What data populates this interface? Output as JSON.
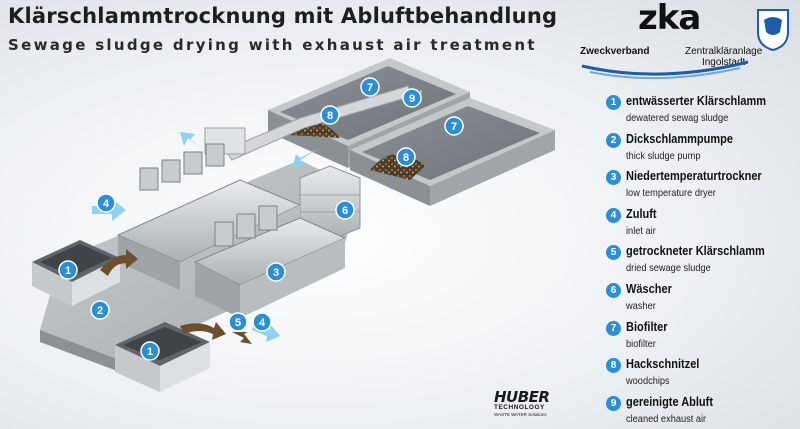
{
  "title": {
    "german": "Klärschlammtrocknung mit Abluftbehandlung",
    "english": "Sewage sludge drying with exhaust air treatment"
  },
  "logo": {
    "wordmark": "zka",
    "left_text": "Zweckverband",
    "right_text_line1": "Zentralkläranlage",
    "right_text_line2": "Ingolstadt",
    "crest_icon": "coat-of-arms-icon"
  },
  "legend": [
    {
      "num": "1",
      "de": "entwässerter Klärschlamm",
      "en": "dewatered sewag sludge"
    },
    {
      "num": "2",
      "de": "Dickschlammpumpe",
      "en": "thick sludge pump"
    },
    {
      "num": "3",
      "de": "Niedertemperaturtrockner",
      "en": "low temperature dryer"
    },
    {
      "num": "4",
      "de": "Zuluft",
      "en": "inlet air"
    },
    {
      "num": "5",
      "de": "getrockneter Klärschlamm",
      "en": "dried sewage sludge"
    },
    {
      "num": "6",
      "de": "Wäscher",
      "en": "washer"
    },
    {
      "num": "7",
      "de": "Biofilter",
      "en": "biofilter"
    },
    {
      "num": "8",
      "de": "Hackschnitzel",
      "en": "woodchips"
    },
    {
      "num": "9",
      "de": "gereinigte Abluft",
      "en": "cleaned exhaust air"
    }
  ],
  "markers": [
    "1",
    "1",
    "2",
    "3",
    "4",
    "4",
    "5",
    "6",
    "7",
    "7",
    "8",
    "8",
    "9"
  ],
  "huber": {
    "brand": "HUBER",
    "line2": "TECHNOLOGY",
    "line3": "WASTE WATER Solutions"
  },
  "colors": {
    "marker": "#2d8fd3",
    "sludge_arrow": "#6b4f2e",
    "air_arrow": "#8fd0f5",
    "concrete": "#b8bcbf",
    "wall": "#5a5f63"
  }
}
